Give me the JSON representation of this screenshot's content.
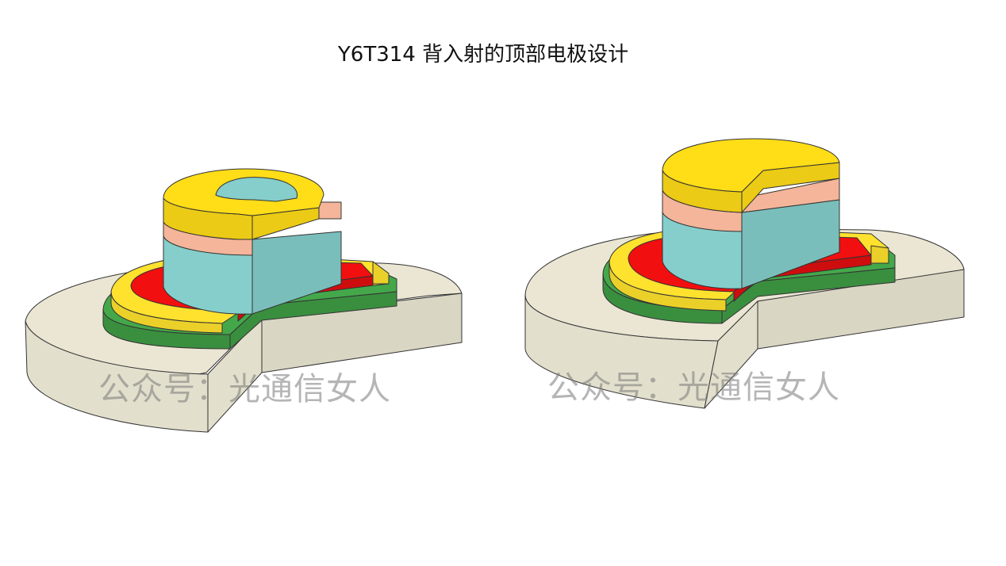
{
  "slide": {
    "title": "Y6T314 背入射的顶部电极设计"
  },
  "watermarks": {
    "left": "公众号：光通信女人",
    "right": "公众号：光通信女人"
  },
  "colors": {
    "substrate": "#eae6d3",
    "green_layer": "#44a84a",
    "yellow_ring": "#ffe22e",
    "red_layer": "#f20f10",
    "cyan_mesa": "#85cecb",
    "salmon_layer": "#f4b59a",
    "top_contact": "#ffdd17",
    "outline": "#333333"
  }
}
